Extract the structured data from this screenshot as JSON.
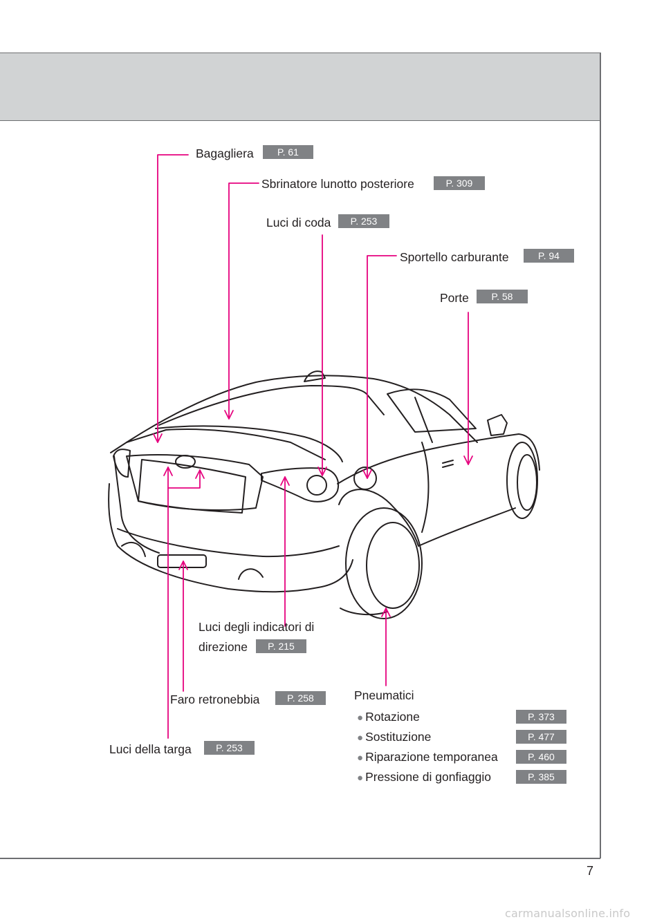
{
  "page_number": "7",
  "watermark": "carmanualsonline.info",
  "callouts": {
    "trunk": {
      "label": "Bagagliera",
      "ref": "P. 61"
    },
    "rear_defogger": {
      "label": "Sbrinatore lunotto posteriore",
      "ref": "P. 309"
    },
    "tail_lights": {
      "label": "Luci di coda",
      "ref": "P. 253"
    },
    "fuel_door": {
      "label": "Sportello carburante",
      "ref": "P. 94"
    },
    "doors": {
      "label": "Porte",
      "ref": "P. 58"
    },
    "turn_signals": {
      "label_line1": "Luci degli indicatori di",
      "label_line2": "direzione",
      "ref": "P. 215"
    },
    "rear_fog": {
      "label": "Faro retronebbia",
      "ref": "P. 258"
    },
    "plate_lights": {
      "label": "Luci della targa",
      "ref": "P. 253"
    },
    "tires": {
      "label": "Pneumatici",
      "items": [
        {
          "label": "Rotazione",
          "ref": "P. 373"
        },
        {
          "label": "Sostituzione",
          "ref": "P. 477"
        },
        {
          "label": "Riparazione temporanea",
          "ref": "P. 460"
        },
        {
          "label": "Pressione di gonfiaggio",
          "ref": "P. 385"
        }
      ]
    }
  },
  "colors": {
    "leader": "#e6007e",
    "badge": "#808285",
    "header": "#d1d3d4"
  }
}
